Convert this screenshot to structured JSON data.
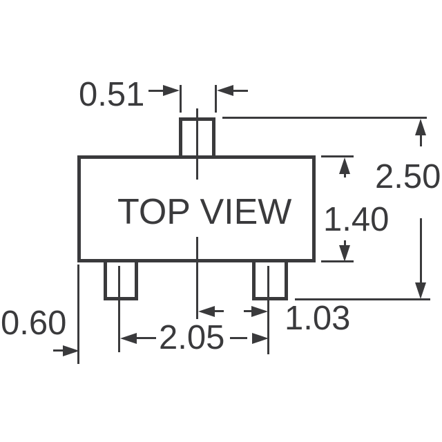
{
  "drawing": {
    "title": "TOP VIEW",
    "stroke_color": "#3a3a3c",
    "background_color": "#ffffff",
    "dimensions": {
      "top_pin_width": "0.51",
      "overall_span": "2.50",
      "body_width": "1.40",
      "center_to_pin_pitch": "1.03",
      "outer_pin_pitch": "2.05",
      "body_edge_to_pin_center": "0.60"
    }
  }
}
